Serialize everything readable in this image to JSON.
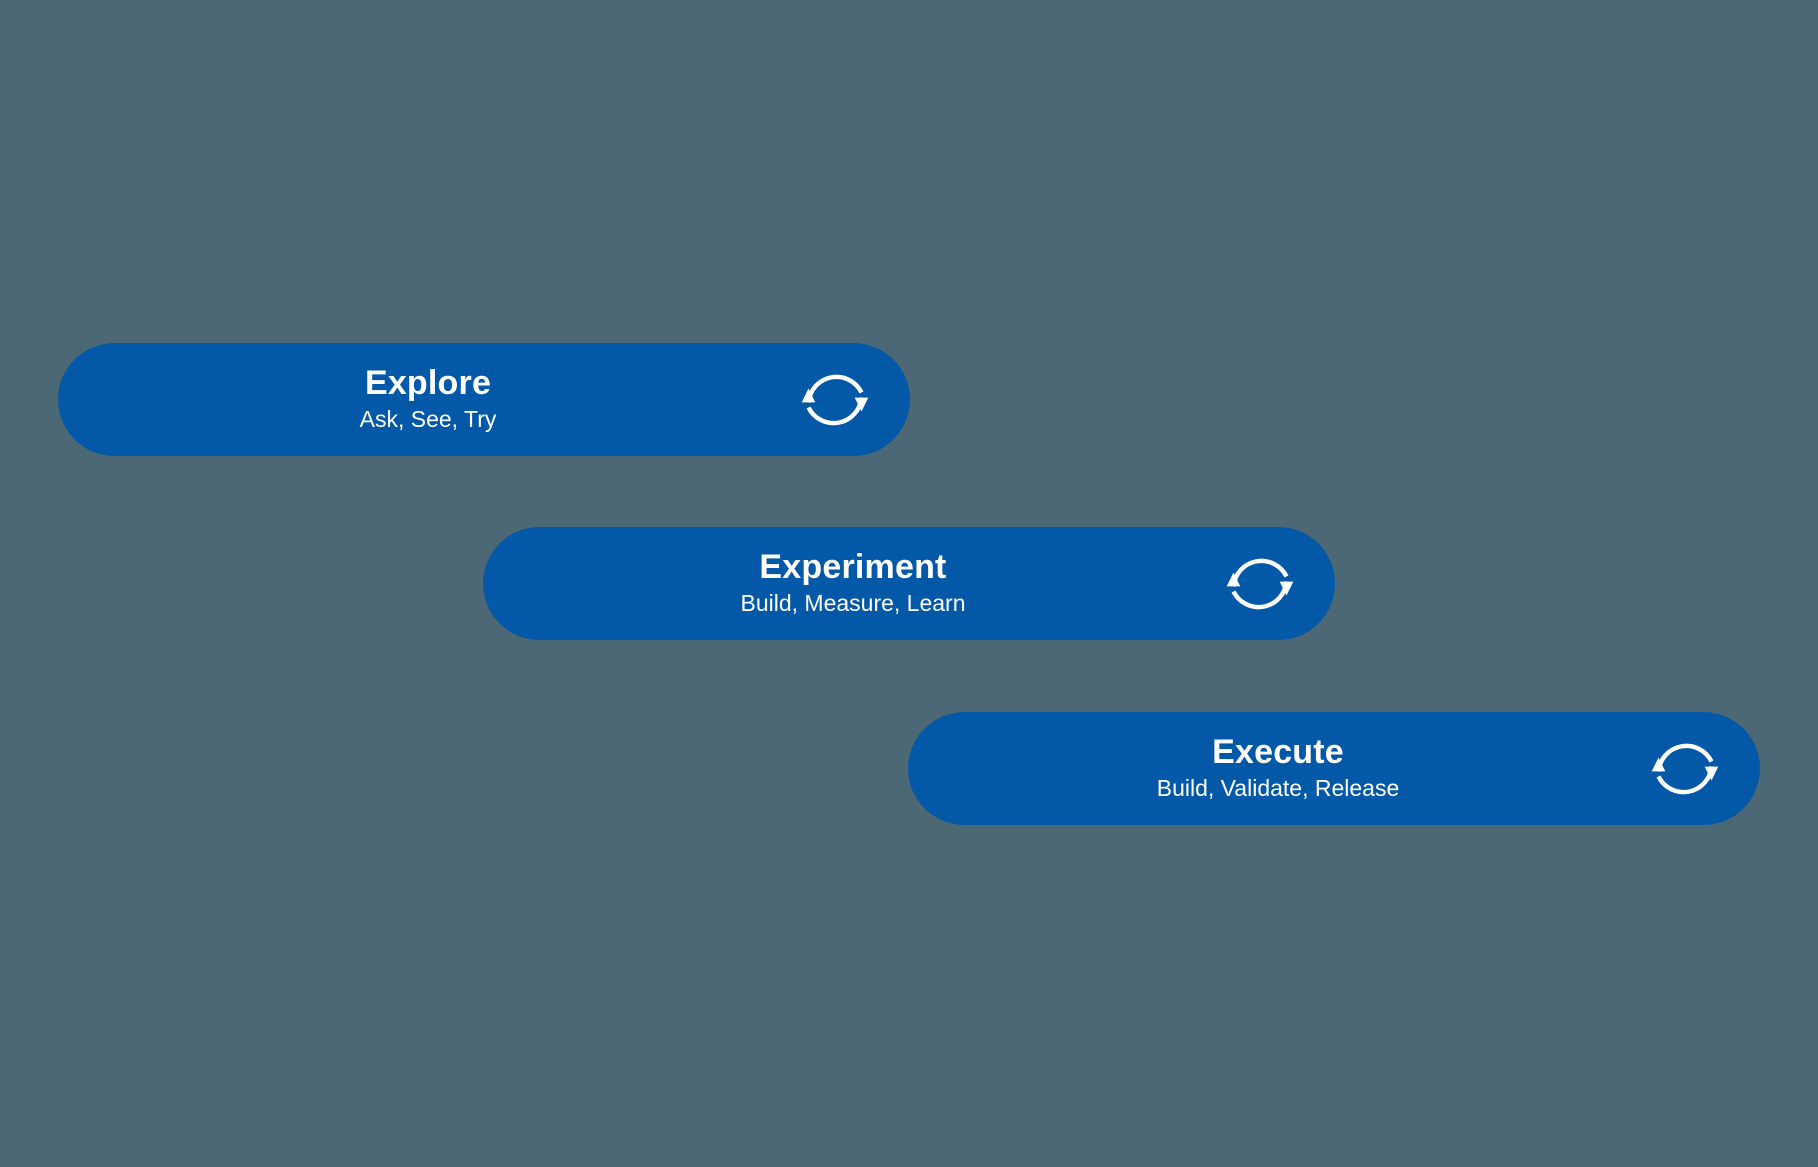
{
  "diagram": {
    "background_color": "#4c6874",
    "pill_color": "#0458a8",
    "text_color": "#ffffff",
    "stages": [
      {
        "title": "Explore",
        "subtitle": "Ask, See, Try",
        "icon": "cycle-refresh-icon"
      },
      {
        "title": "Experiment",
        "subtitle": "Build, Measure, Learn",
        "icon": "cycle-refresh-icon"
      },
      {
        "title": "Execute",
        "subtitle": "Build, Validate, Release",
        "icon": "cycle-refresh-icon"
      }
    ]
  }
}
